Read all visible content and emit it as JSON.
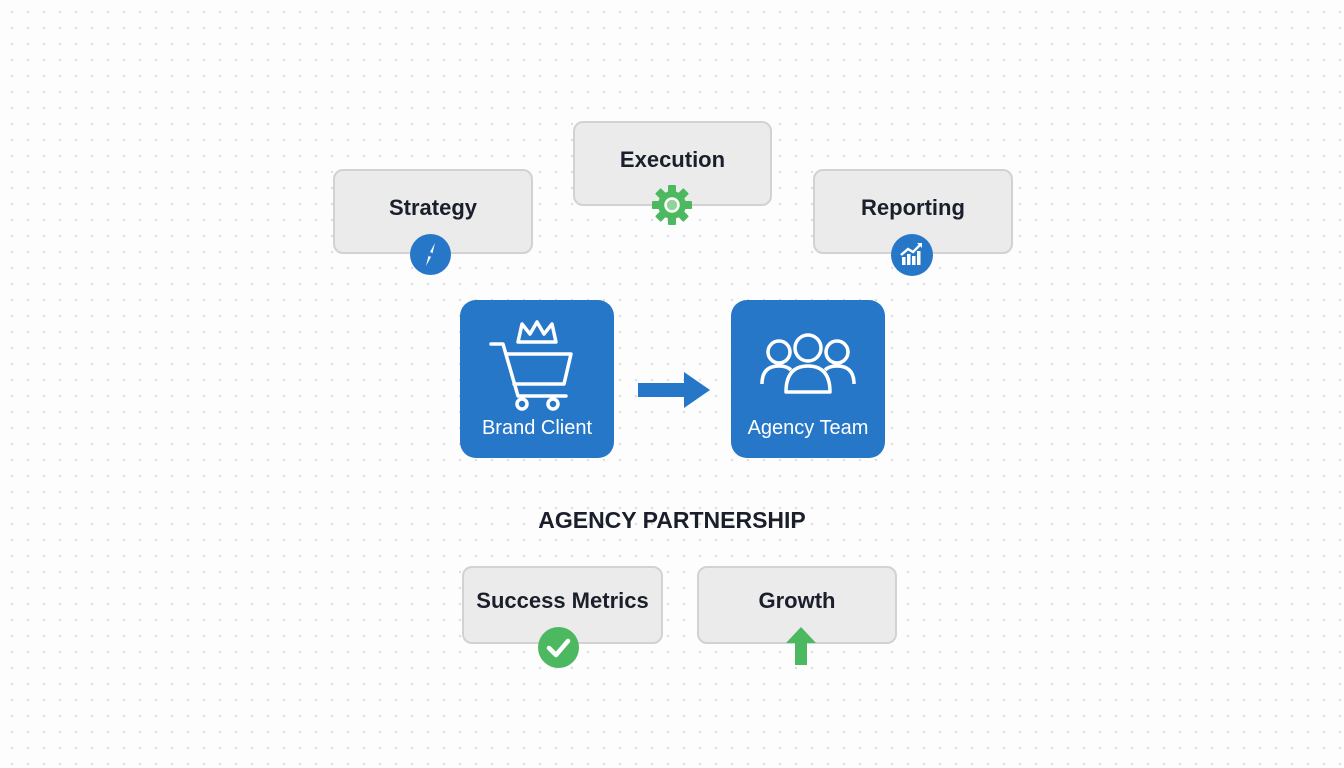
{
  "diagram": {
    "title": "AGENCY PARTNERSHIP",
    "top_cards": [
      {
        "label": "Strategy",
        "icon": "compass-icon",
        "icon_color": "#2777c9"
      },
      {
        "label": "Execution",
        "icon": "gear-icon",
        "icon_color": "#4cb860"
      },
      {
        "label": "Reporting",
        "icon": "bar-chart-trend-icon",
        "icon_color": "#2777c9"
      }
    ],
    "nodes": [
      {
        "label": "Brand Client",
        "icon": "shopping-cart-crown-icon"
      },
      {
        "label": "Agency Team",
        "icon": "people-group-icon"
      }
    ],
    "connector": "arrow-right",
    "bottom_cards": [
      {
        "label": "Success Metrics",
        "icon": "check-circle-icon",
        "icon_color": "#4cb860"
      },
      {
        "label": "Growth",
        "icon": "arrow-up-icon",
        "icon_color": "#4cb860"
      }
    ],
    "colors": {
      "primary_blue": "#2777c9",
      "green": "#4cb860",
      "card_bg": "#ebebeb",
      "text": "#1a1f2b"
    }
  }
}
